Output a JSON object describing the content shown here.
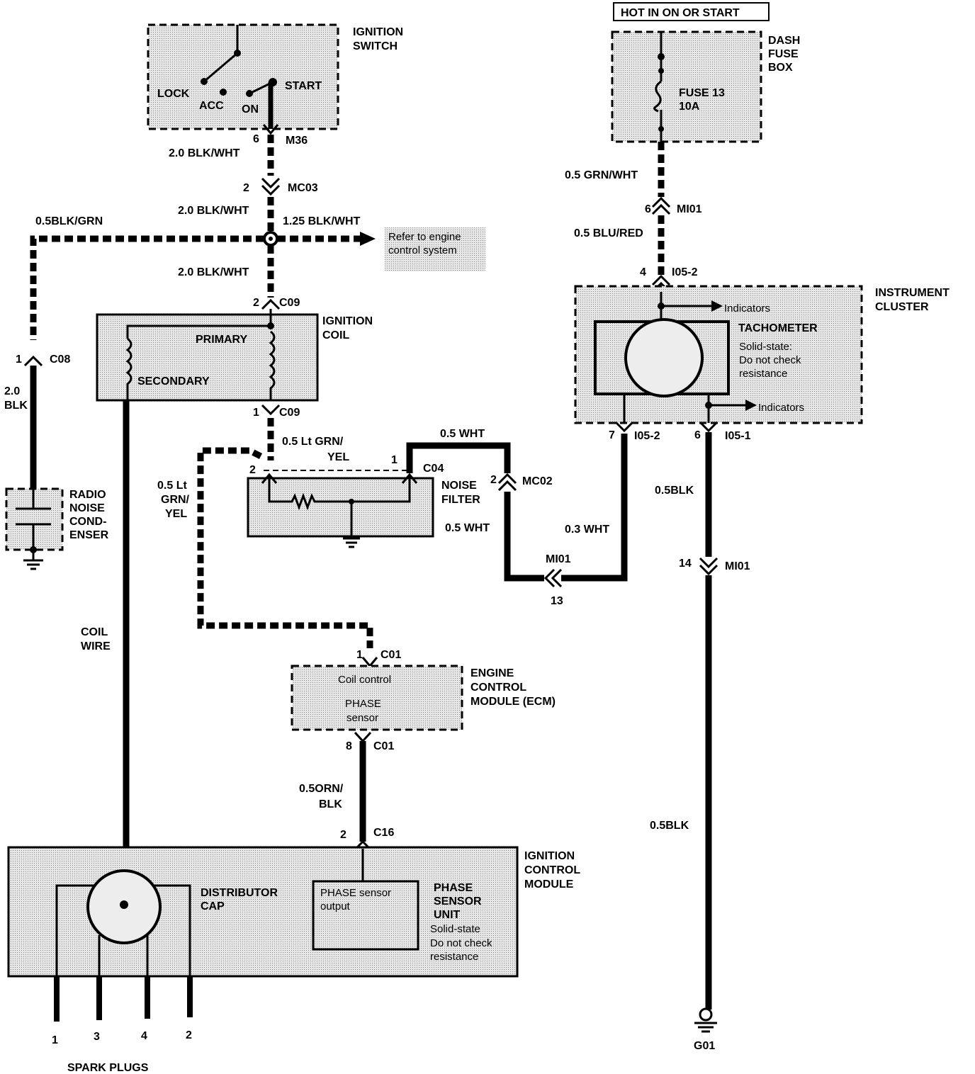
{
  "colors": {
    "ink": "#000000",
    "shade": "#d8d8d8",
    "background": "#ffffff"
  },
  "top": {
    "hot": "HOT IN ON OR START"
  },
  "ignition_switch": {
    "title1": "IGNITION",
    "title2": "SWITCH",
    "lock": "LOCK",
    "acc": "ACC",
    "on": "ON",
    "start": "START",
    "pin": "6",
    "conn": "M36"
  },
  "dash_fuse_box": {
    "title1": "DASH",
    "title2": "FUSE",
    "title3": "BOX",
    "fuse": "FUSE 13",
    "rating": "10A"
  },
  "wires": {
    "w1": "2.0 BLK/WHT",
    "mc03_pin": "2",
    "mc03": "MC03",
    "w2": "2.0 BLK/WHT",
    "bg": "0.5BLK/GRN",
    "w125": "1.25 BLK/WHT",
    "ref1": "Refer to engine",
    "ref2": "control system",
    "w3": "2.0 BLK/WHT",
    "c09a_pin": "2",
    "c09a": "C09",
    "c08_pin": "1",
    "c08": "C08",
    "blk1": "2.0",
    "blk2": "BLK",
    "c09b_pin": "1",
    "c09b": "C09",
    "lgy1": "0.5 Lt GRN/",
    "lgy2": "YEL",
    "lgyl1": "0.5 Lt",
    "lgyl2": "GRN/",
    "lgyl3": "YEL",
    "nf_pin2": "2",
    "nf_pin1": "1",
    "c04": "C04",
    "wht_top": "0.5 WHT",
    "mc02_pin": "2",
    "mc02": "MC02",
    "wht_left": "0.5 WHT",
    "wht03": "0.3 WHT",
    "mi01b": "MI01",
    "mi01b_pin": "13",
    "coil1": "COIL",
    "coil2": "WIRE",
    "c01a_pin": "1",
    "c01a": "C01",
    "c01b_pin": "8",
    "c01b": "C01",
    "orn1": "0.5ORN/",
    "orn2": "BLK",
    "c16_pin": "2",
    "c16": "C16",
    "gw": "0.5 GRN/WHT",
    "mi01a_pin": "6",
    "mi01a": "MI01",
    "br": "0.5 BLU/RED",
    "i052a_pin": "4",
    "i052a": "I05-2",
    "i052b_pin": "7",
    "i052b": "I05-2",
    "i051_pin": "6",
    "i051": "I05-1",
    "blk05a": "0.5BLK",
    "mi01c_pin": "14",
    "mi01c": "MI01",
    "blk05b": "0.5BLK",
    "g01": "G01"
  },
  "ignition_coil": {
    "title1": "IGNITION",
    "title2": "COIL",
    "primary": "PRIMARY",
    "secondary": "SECONDARY"
  },
  "noise_filter": {
    "title1": "NOISE",
    "title2": "FILTER"
  },
  "condenser": {
    "t1": "RADIO",
    "t2": "NOISE",
    "t3": "COND-",
    "t4": "ENSER"
  },
  "instrument_cluster": {
    "title1": "INSTRUMENT",
    "title2": "CLUSTER",
    "indicators1": "Indicators",
    "indicators2": "Indicators",
    "tach": "TACHOMETER",
    "s1": "Solid-state:",
    "s2": "Do not check",
    "s3": "resistance"
  },
  "ecm": {
    "coil_control": "Coil control",
    "phase": "PHASE",
    "sensor": "sensor",
    "t1": "ENGINE",
    "t2": "CONTROL",
    "t3": "MODULE (ECM)"
  },
  "icm": {
    "t1": "IGNITION",
    "t2": "CONTROL",
    "t3": "MODULE",
    "dist1": "DISTRIBUTOR",
    "dist2": "CAP",
    "pso1": "PHASE sensor",
    "pso2": "output",
    "psu1": "PHASE",
    "psu2": "SENSOR",
    "psu3": "UNIT",
    "ss1": "Solid-state",
    "ss2": "Do not check",
    "ss3": "resistance"
  },
  "spark_plugs": {
    "title": "SPARK PLUGS",
    "p1": "1",
    "p2": "3",
    "p3": "4",
    "p4": "2"
  }
}
